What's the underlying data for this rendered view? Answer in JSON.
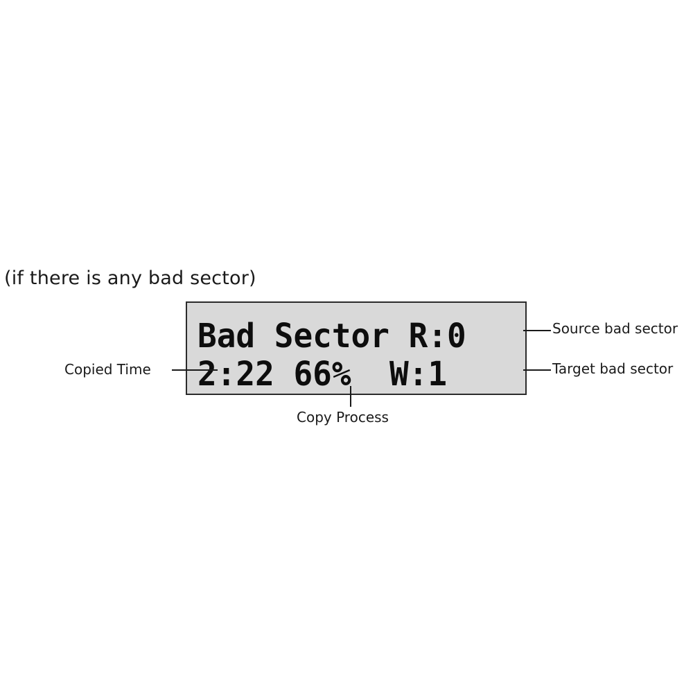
{
  "caption": "(if there is any bad sector)",
  "lcd": {
    "line1": "Bad Sector R:0",
    "line2_time": "2:22",
    "line2_percent": "66%",
    "line2_write": "W:1"
  },
  "annotations": {
    "copied_time": "Copied Time",
    "source_bad_sector": "Source bad sector",
    "target_bad_sector": "Target bad sector",
    "copy_process": "Copy Process"
  }
}
